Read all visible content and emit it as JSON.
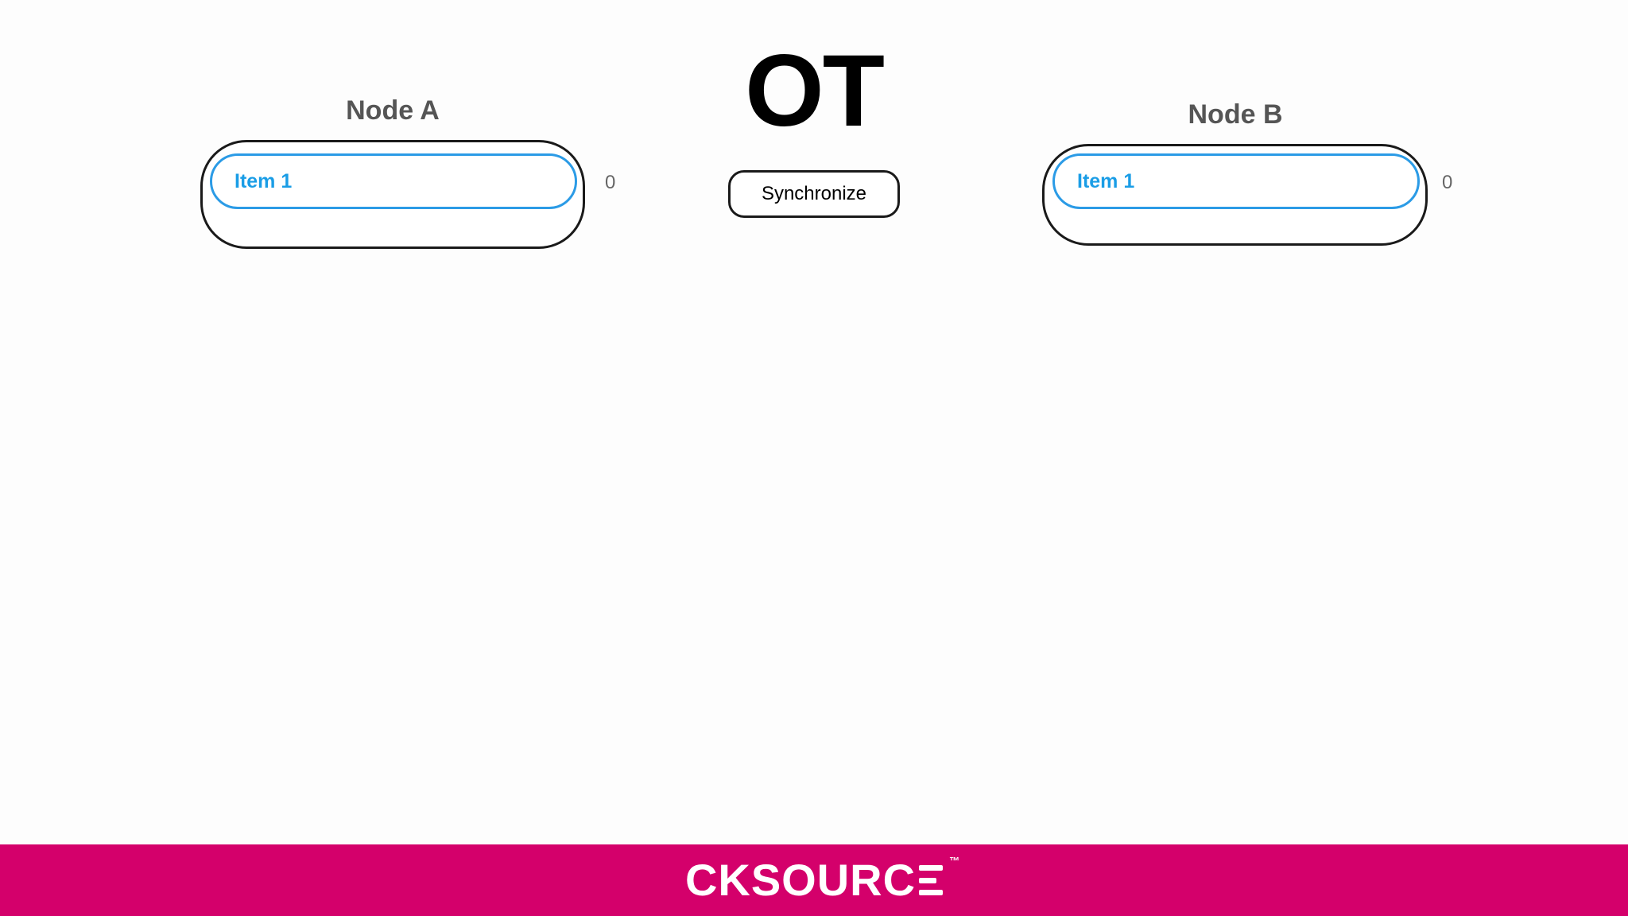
{
  "title": "OT",
  "sync_button": {
    "label": "Synchronize"
  },
  "nodes": [
    {
      "label": "Node A",
      "items": [
        "Item 1"
      ],
      "counter": "0"
    },
    {
      "label": "Node B",
      "items": [
        "Item 1"
      ],
      "counter": "0"
    }
  ],
  "footer": {
    "logo_text": "CKSOURC",
    "trademark": "™",
    "color": "#d4006b"
  },
  "colors": {
    "item_accent": "#2b9be6",
    "box_border": "#1a1a1a"
  }
}
